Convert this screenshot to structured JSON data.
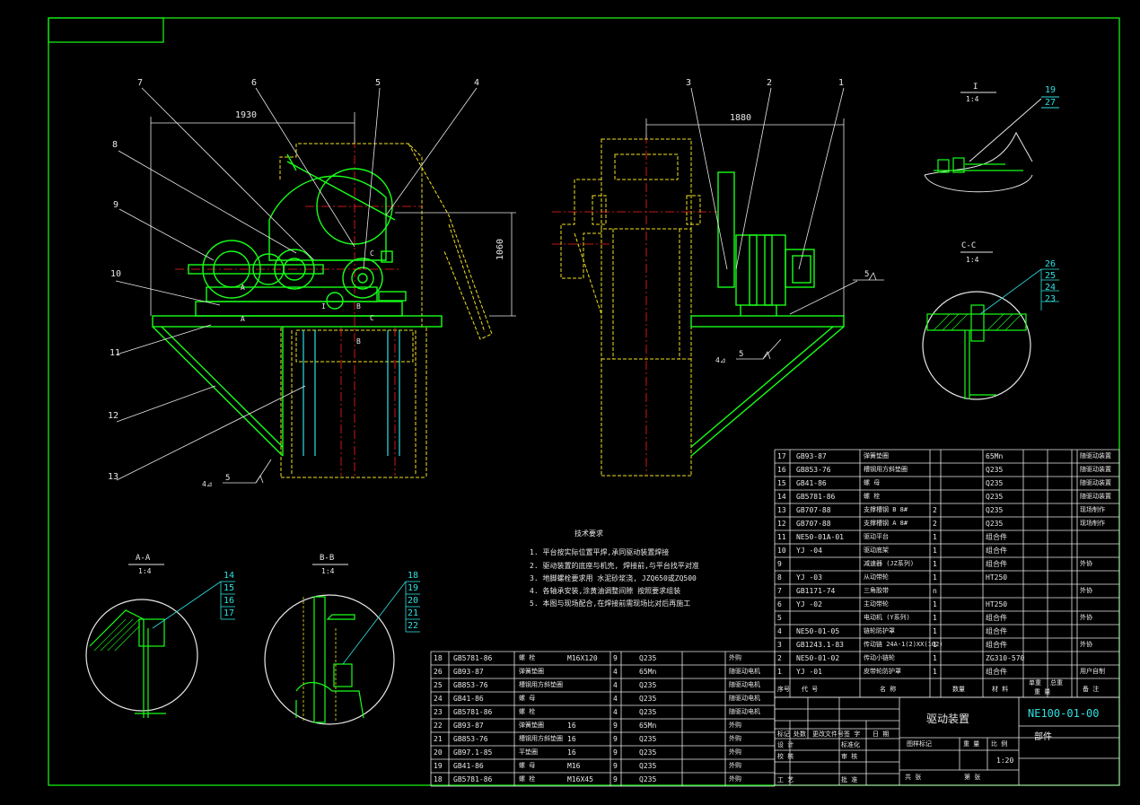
{
  "drawing": {
    "left_dim": "1930",
    "right_dim": "1880",
    "height_dim": "1060",
    "balloons_left": [
      "7",
      "6",
      "5",
      "4",
      "8",
      "9",
      "10",
      "11",
      "12",
      "13"
    ],
    "balloons_right": [
      "3",
      "2",
      "1"
    ],
    "detail_I_title": "I",
    "detail_I_scale": "1:4",
    "detail_I_refs": [
      "19",
      "27"
    ],
    "section_CC_title": "C-C",
    "section_CC_scale": "1:4",
    "section_CC_refs": [
      "26",
      "25",
      "24",
      "23"
    ],
    "section_AA_title": "A-A",
    "section_AA_scale": "1:4",
    "section_AA_refs": [
      "14",
      "15",
      "16",
      "17"
    ],
    "section_BB_title": "B-B",
    "section_BB_scale": "1:4",
    "section_BB_refs": [
      "18",
      "19",
      "20",
      "21",
      "22"
    ],
    "weld_left": "4⊿",
    "weld_left_num": "5",
    "weld_right": "4⊿",
    "weld_right_num": "5",
    "weld_top_num": "5",
    "mark_A": "A",
    "mark_B": "B",
    "mark_C": "C",
    "mark_I": "I"
  },
  "tech": {
    "title": "技术要求",
    "items": [
      "1. 平台按实际位置平焊,承同驱动装置焊接",
      "2. 驱动装置的底座与机壳, 焊接前,与平台找平对准",
      "3. 地脚螺栓要求用 水泥砂浆浇, JZQ650或ZQ500",
      "4. 各轴承安装,涂黄油调整间隙 按照要求组装",
      "5. 本图与现场配合,在焊接前需现场比对后再施工"
    ]
  },
  "bom_lower": [
    {
      "no": "18",
      "code": "GB5781-86",
      "name": "螺  栓",
      "spec": "M16X120",
      "qty": "9",
      "mat": "Q235",
      "note": "外购"
    },
    {
      "no": "26",
      "code": "GB93-87",
      "name": "弹簧垫圈",
      "spec": "",
      "qty": "4",
      "mat": "65Mn",
      "note": "随驱动电机"
    },
    {
      "no": "25",
      "code": "GB853-76",
      "name": "槽钢用方斜垫圈",
      "spec": "",
      "qty": "4",
      "mat": "Q235",
      "note": "随驱动电机"
    },
    {
      "no": "24",
      "code": "GB41-86",
      "name": "螺  母",
      "spec": "",
      "qty": "4",
      "mat": "Q235",
      "note": "随驱动电机"
    },
    {
      "no": "23",
      "code": "GB5781-86",
      "name": "螺  栓",
      "spec": "",
      "qty": "4",
      "mat": "Q235",
      "note": "随驱动电机"
    },
    {
      "no": "22",
      "code": "GB93-87",
      "name": "弹簧垫圈",
      "spec": "16",
      "qty": "9",
      "mat": "65Mn",
      "note": "外购"
    },
    {
      "no": "21",
      "code": "GB853-76",
      "name": "槽钢用方斜垫圈",
      "spec": "16",
      "qty": "9",
      "mat": "Q235",
      "note": "外购"
    },
    {
      "no": "20",
      "code": "GB97.1-85",
      "name": "平垫圈",
      "spec": "16",
      "qty": "9",
      "mat": "Q235",
      "note": "外购"
    },
    {
      "no": "19",
      "code": "GB41-86",
      "name": "螺  母",
      "spec": "M16",
      "qty": "9",
      "mat": "Q235",
      "note": "外购"
    },
    {
      "no": "18",
      "code": "GB5781-86",
      "name": "螺  栓",
      "spec": "M16X45",
      "qty": "9",
      "mat": "Q235",
      "note": "外购"
    }
  ],
  "bom_upper": [
    {
      "no": "17",
      "code": "GB93-87",
      "name": "弹簧垫圈",
      "qty": "",
      "mat": "65Mn",
      "note": "随驱动装置"
    },
    {
      "no": "16",
      "code": "GB853-76",
      "name": "槽钢用方斜垫圈",
      "qty": "",
      "mat": "Q235",
      "note": "随驱动装置"
    },
    {
      "no": "15",
      "code": "GB41-86",
      "name": "螺  母",
      "qty": "",
      "mat": "Q235",
      "note": "随驱动装置"
    },
    {
      "no": "14",
      "code": "GB5781-86",
      "name": "螺  栓",
      "qty": "",
      "mat": "Q235",
      "note": "随驱动装置"
    },
    {
      "no": "13",
      "code": "GB707-88",
      "name": "支撑槽钢  B   8#",
      "qty": "2",
      "mat": "Q235",
      "note": "现场制作"
    },
    {
      "no": "12",
      "code": "GB707-88",
      "name": "支撑槽钢  A   8#",
      "qty": "2",
      "mat": "Q235",
      "note": "现场制作"
    },
    {
      "no": "11",
      "code": "NE50-01A-01",
      "name": "驱动平台",
      "qty": "1",
      "mat": "组合件",
      "note": ""
    },
    {
      "no": "10",
      "code": "YJ  -04",
      "name": "驱动底架",
      "qty": "1",
      "mat": "组合件",
      "note": ""
    },
    {
      "no": "9",
      "code": "",
      "name": "减速器    (JZ系列)",
      "qty": "1",
      "mat": "组合件",
      "note": "外协"
    },
    {
      "no": "8",
      "code": "YJ  -03",
      "name": "从动带轮",
      "qty": "1",
      "mat": "HT250",
      "note": ""
    },
    {
      "no": "7",
      "code": "GB1171-74",
      "name": "三角胶带",
      "qty": "n",
      "mat": "",
      "note": "外协"
    },
    {
      "no": "6",
      "code": "YJ  -02",
      "name": "主动带轮",
      "qty": "1",
      "mat": "HT250",
      "note": ""
    },
    {
      "no": "5",
      "code": "",
      "name": "电动机      (Y系列)",
      "qty": "1",
      "mat": "组合件",
      "note": "外协"
    },
    {
      "no": "4",
      "code": "NE50-01-05",
      "name": "链轮防护罩",
      "qty": "1",
      "mat": "组合件",
      "note": ""
    },
    {
      "no": "3",
      "code": "GB1243.1-83",
      "name": "传动链  24A-1(2)XX(102)",
      "qty": "1",
      "mat": "组合件",
      "note": "外协"
    },
    {
      "no": "2",
      "code": "NE50-01-02",
      "name": "传动小链轮",
      "qty": "1",
      "mat": "ZG310-570",
      "note": ""
    },
    {
      "no": "1",
      "code": "YJ  -01",
      "name": "皮带轮防护罩",
      "qty": "1",
      "mat": "组合件",
      "note": "用户自制"
    }
  ],
  "bom_header": {
    "no": "序号",
    "code": "代  号",
    "name": "名    称",
    "qty": "数量",
    "mat": "材  料",
    "weight_single": "单重",
    "weight_total": "总重",
    "weight": "重  量",
    "note": "备  注"
  },
  "title_block": {
    "name": "驱动装置",
    "number": "NE100-01-00",
    "type": "部件",
    "scale": "1:20",
    "labels": {
      "mark": "标记",
      "qty": "处数",
      "doc": "更改文件号",
      "sign": "签  字",
      "date": "日  期",
      "design": "设  计",
      "std": "标准化",
      "check": "校  核",
      "process": "工  艺",
      "review": "审  核",
      "approve": "批  准",
      "stage": "图样标记",
      "weight": "重  量",
      "ratio": "比  例",
      "sheets": "共   张",
      "sheet": "第   张"
    }
  },
  "colors": {
    "border": "#ffffff",
    "green": "#18ff18",
    "cyan": "#2fe0e0",
    "yellow": "#f0e020",
    "red": "#ff2020",
    "white": "#e8e8e8"
  }
}
